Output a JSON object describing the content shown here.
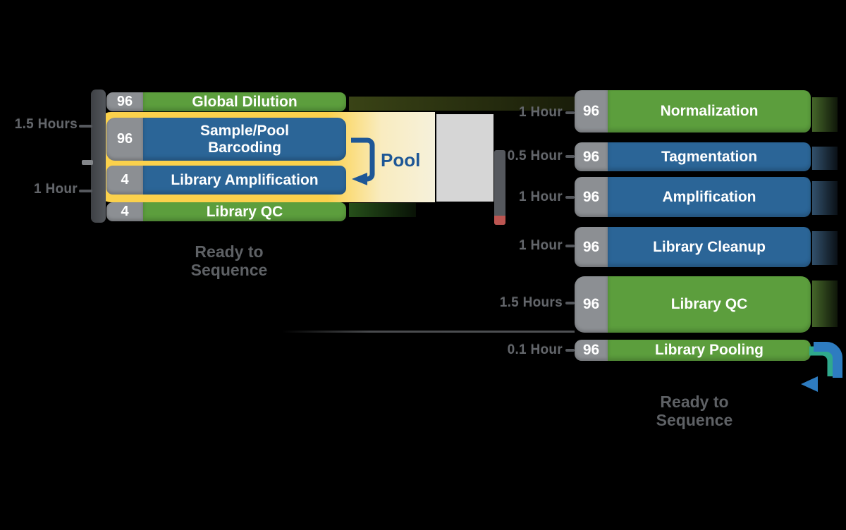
{
  "left": {
    "time_labels": [
      "1.5 Hours",
      "1 Hour"
    ],
    "steps": [
      {
        "count": "96",
        "label": "Global Dilution"
      },
      {
        "count": "96",
        "label": "Sample/Pool Barcoding"
      },
      {
        "count": "4",
        "label": "Library Amplification"
      },
      {
        "count": "4",
        "label": "Library QC"
      }
    ],
    "pool_label": "Pool",
    "ready_line1": "Ready to",
    "ready_line2": "Sequence"
  },
  "right": {
    "steps": [
      {
        "count": "96",
        "label": "Normalization",
        "time": "1 Hour"
      },
      {
        "count": "96",
        "label": "Tagmentation",
        "time": "0.5 Hour"
      },
      {
        "count": "96",
        "label": "Amplification",
        "time": "1 Hour"
      },
      {
        "count": "96",
        "label": "Library Cleanup",
        "time": "1 Hour"
      },
      {
        "count": "96",
        "label": "Library QC",
        "time": "1.5 Hours"
      },
      {
        "count": "96",
        "label": "Library Pooling",
        "time": "0.1 Hour"
      }
    ],
    "ready_line1": "Ready to",
    "ready_line2": "Sequence"
  },
  "colors": {
    "background": "#000000",
    "step_green": "#5C9E3D",
    "step_blue": "#2B6597",
    "count_tab_gray": "#8C8F93",
    "bracket_gray": "#45484D",
    "highlight_yellow": "#FBD14C",
    "highlight_cream": "#F6F1DB",
    "pool_navy": "#1E5796",
    "time_label_gray": "#63666B",
    "arrow_blue": "#2E7CC0",
    "arrow_teal": "#2FA98C",
    "pipette_tip_red": "#BC5551"
  }
}
